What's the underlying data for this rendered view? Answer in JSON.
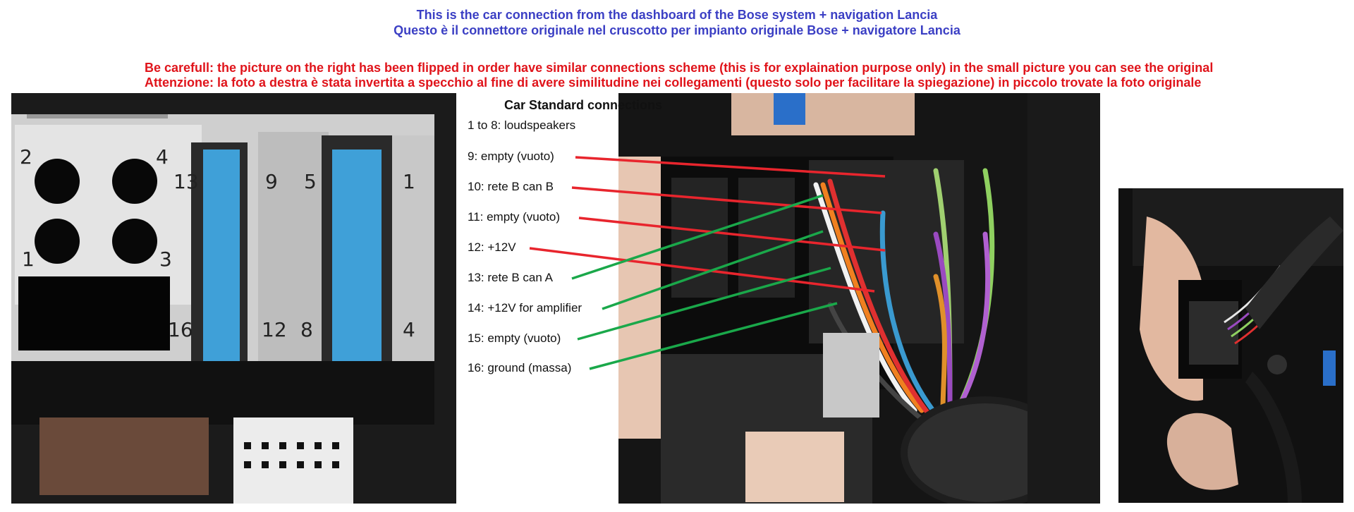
{
  "header": {
    "line1_en": "This is the car connection from the dashboard of the Bose system + navigation Lancia",
    "line1_it": "Questo è il connettore originale nel cruscotto per impianto originale Bose + navigatore Lancia",
    "warning_en": "Be carefull:   the picture on the right has   been flipped in order have similar connections scheme (this is for explaination purpose only)  in the small picture you can see the original",
    "warning_it": "Attenzione: la foto a destra è stata invertita a specchio al fine di avere similitudine nei collegamenti (questo solo per facilitare la spiegazione) in  piccolo trovate la foto originale"
  },
  "connector_pin_labels": [
    "2",
    "4",
    "13",
    "9",
    "5",
    "1",
    "1",
    "3",
    "16",
    "12",
    "8",
    "4"
  ],
  "legend": {
    "title": "Car  Standard connections",
    "items": [
      {
        "text": "1 to 8: loudspeakers",
        "line": "none"
      },
      {
        "text": "9: empty (vuoto)",
        "line": "red"
      },
      {
        "text": "10: rete B can B",
        "line": "red"
      },
      {
        "text": "11: empty (vuoto)",
        "line": "red"
      },
      {
        "text": "12: +12V",
        "line": "red"
      },
      {
        "text": "13: rete B can A",
        "line": "green"
      },
      {
        "text": "14: +12V for amplifier",
        "line": "green"
      },
      {
        "text": "15: empty (vuoto)",
        "line": "green"
      },
      {
        "text": "16: ground (massa)",
        "line": "green"
      }
    ]
  },
  "colors": {
    "title_blue": "#3b3fc4",
    "warning_red": "#e0141b",
    "line_red": "#e8252d",
    "line_green": "#1aa84a",
    "connector_blue": "#3fa0d8"
  }
}
